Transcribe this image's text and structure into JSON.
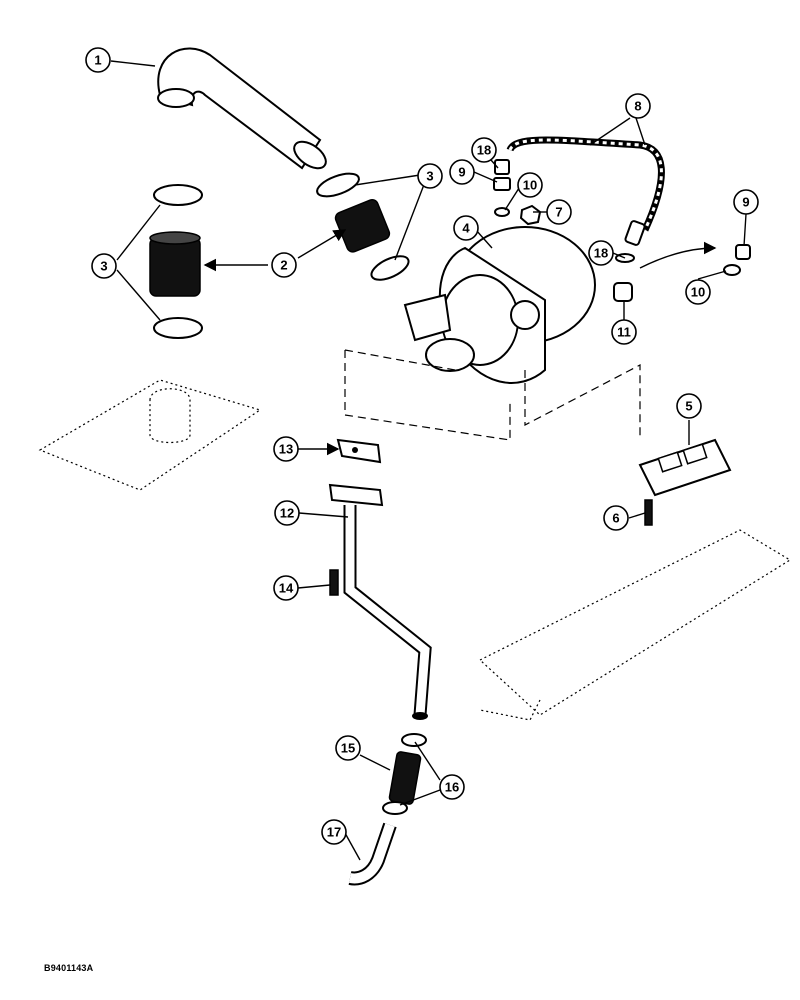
{
  "figure_code": "B9401143A",
  "callouts": [
    "1",
    "2",
    "3",
    "3",
    "4",
    "5",
    "6",
    "7",
    "8",
    "9",
    "9",
    "10",
    "10",
    "11",
    "12",
    "13",
    "14",
    "15",
    "16",
    "17",
    "18",
    "18"
  ]
}
